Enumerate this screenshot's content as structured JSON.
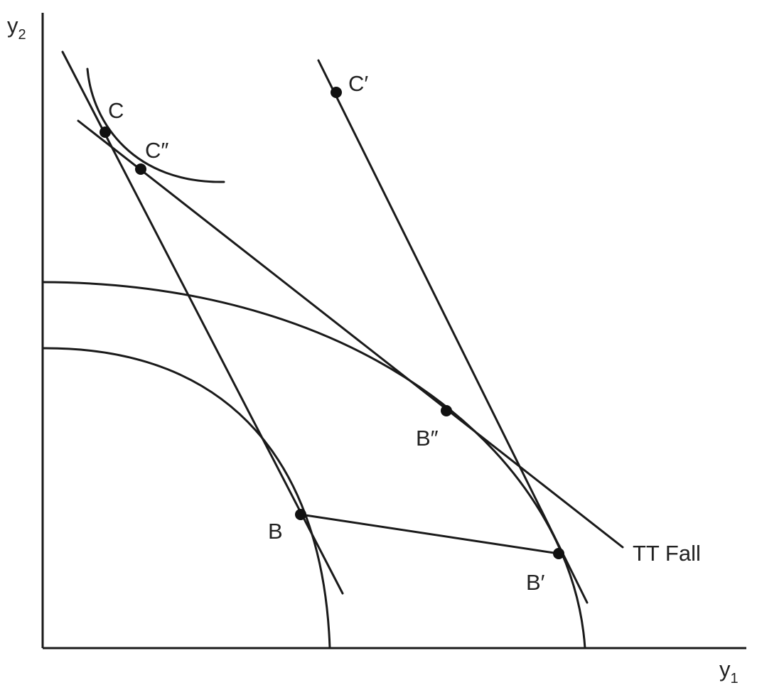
{
  "axes": {
    "y_axis_label": "y",
    "y_axis_subscript": "2",
    "x_axis_label": "y",
    "x_axis_subscript": "1"
  },
  "points": {
    "C": "C",
    "C_double_prime": "C″",
    "C_prime": "C′",
    "B": "B",
    "B_prime": "B′",
    "B_double_prime": "B″"
  },
  "annotations": {
    "tt_fall": "TT Fall"
  }
}
